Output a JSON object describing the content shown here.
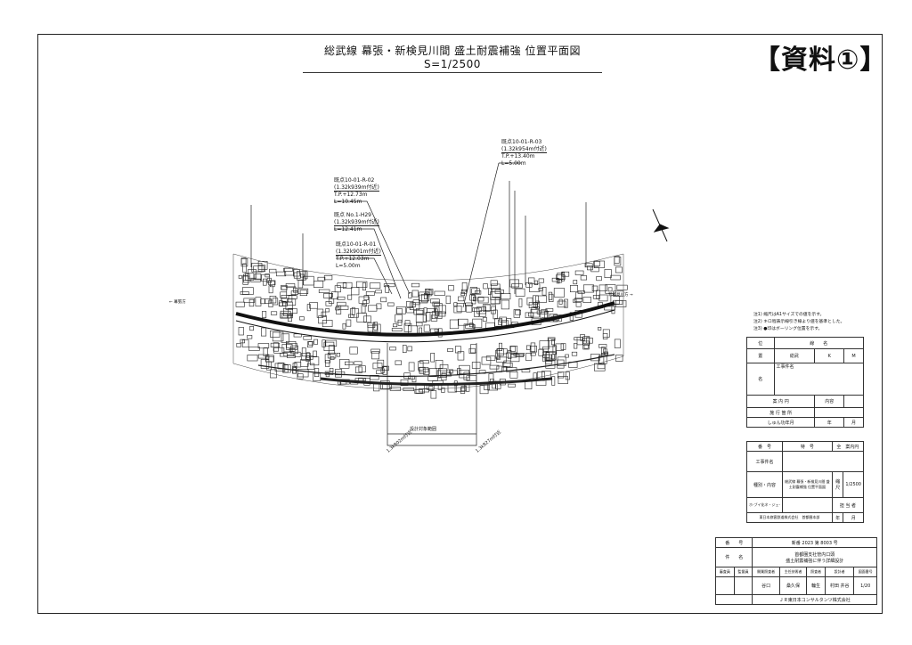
{
  "title": "総武線 幕張・新検見川間 盛土耐震補強 位置平面図 S=1/2500",
  "doc_label": "【資料①】",
  "callouts": [
    {
      "name": "既点10-01-R-03",
      "loc": "(1.32k954m付近)",
      "tp": "T.P.+13.40m",
      "len": "L=5.00m"
    },
    {
      "name": "既点10-01-R-02",
      "loc": "(1.32k939m付近)",
      "tp": "T.P.+12.73m",
      "len": "L=10.45m"
    },
    {
      "name": "既点 No.1-H29",
      "loc": "(1.32k939m付近)",
      "len": "L=12.41m"
    },
    {
      "name": "既点10-01-R-01",
      "loc": "(1.32k901m付近)",
      "tp": "T.P.+12.03m",
      "len": "L=5.00m"
    }
  ],
  "range_label": "設計対象範囲",
  "range_ends": [
    "1.3k802m付近",
    "1.3k827m付近"
  ],
  "left_direction": "← 幕張方",
  "right_direction": "新検見川方 →",
  "notes": [
    "注1) 縮尺はA1サイズでの値を示す。",
    "注2) キロ程表示線引き線より値を基準とした。",
    "注3) ●印はボーリング位置を示す。"
  ],
  "table1": {
    "pos1": "位",
    "pos2": "置",
    "line_hdr": "線　　名",
    "line_val": "総武",
    "k": "K",
    "m": "M",
    "name1": "名",
    "name2": "称",
    "work_name": "工事件名",
    "guide": "案 内 円",
    "content": "内容",
    "site": "施 行 箇 所",
    "completion": "しゅん功年月",
    "year": "年",
    "month": "月"
  },
  "table2": {
    "no": "番　号",
    "sp": "特　号",
    "all": "全　案内円",
    "work_name": "工事件名",
    "kind": "種別・内容",
    "kind_val": "総武線 幕張・新検見川間 盛土耐震補強 位置平面図",
    "scale_hdr": "縮尺",
    "scale": "1/2500",
    "code": "ホ-ブイ化ネ・ジェ-",
    "person": "担 当 者",
    "company": "東日本旅客鉄道株式会社　首都圏本部",
    "year": "年",
    "month": "月"
  },
  "table3": {
    "no_hdr": "番　　号",
    "no_val": "新番 2023 第 8003 号",
    "subject_hdr": "件　　名",
    "subject_l1": "首都圏支社管内口頭",
    "subject_l2": "盛土耐震補強に伴う詳細設計",
    "headers": [
      "審査員",
      "監督員",
      "開業照査者",
      "主任技術者",
      "照査者",
      "設計者",
      "図面番号"
    ],
    "values": [
      "",
      "",
      "谷口",
      "桑久保",
      "輪生",
      "村田 井谷",
      "1/20"
    ],
    "company": "ＪＲ東日本コンサルタンツ株式会社"
  }
}
